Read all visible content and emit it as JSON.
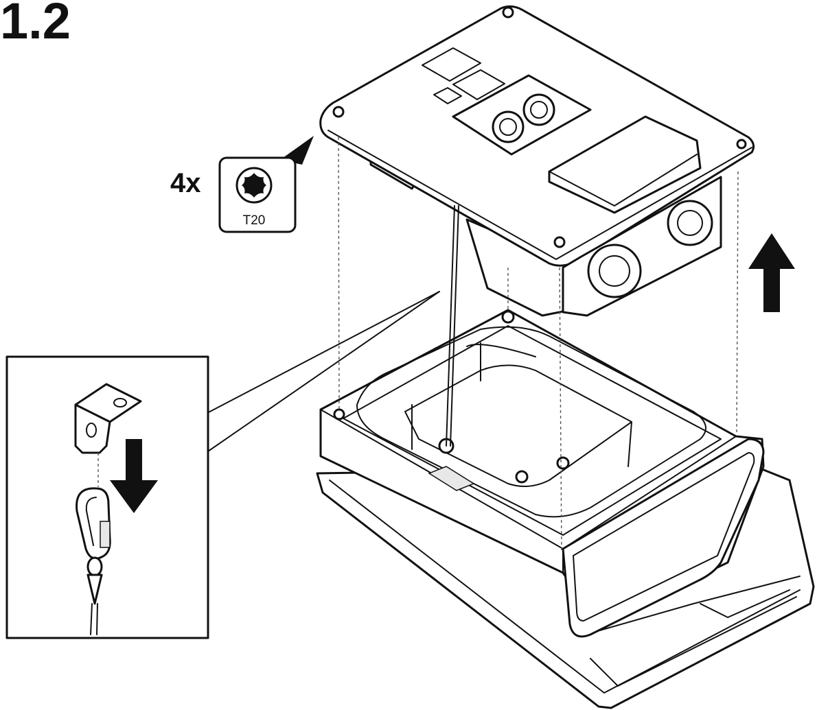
{
  "step": {
    "number": "1.2"
  },
  "screws": {
    "quantity_label": "4x",
    "bit_label": "T20"
  },
  "icons": {
    "torx_bit": "torx-t20-icon",
    "lift_arrow": "arrow-up-icon",
    "lower_arrow": "arrow-down-icon",
    "bracket": "mounting-bracket-icon",
    "carabiner": "carabiner-icon"
  },
  "colors": {
    "line": "#111111",
    "background": "#ffffff"
  }
}
